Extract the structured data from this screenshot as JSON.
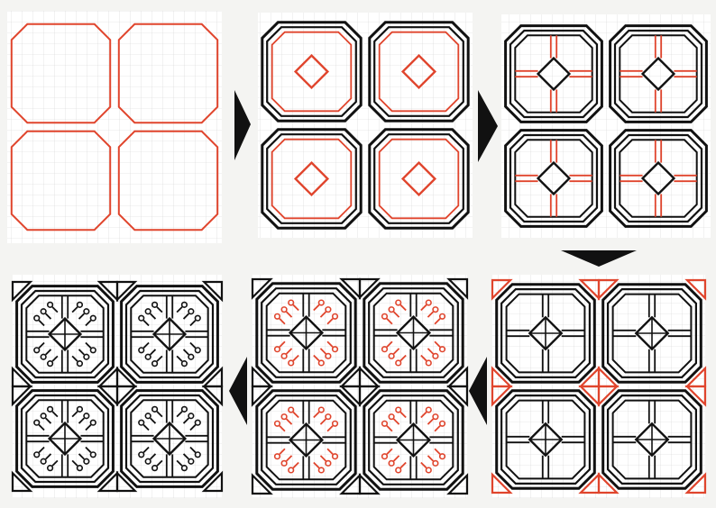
{
  "colors": {
    "background": "#f4f4f2",
    "panel": "#ffffff",
    "grid": "#c9c9c9",
    "red": "#e0452d",
    "black": "#111111"
  },
  "steps": [
    {
      "step": 1,
      "layers": [
        "red-octagons"
      ]
    },
    {
      "step": 2,
      "layers": [
        "black-octagon-double",
        "red-inner-ring",
        "red-diamond"
      ]
    },
    {
      "step": 3,
      "layers": [
        "black-octagon-double",
        "black-inner-ring",
        "black-diamond",
        "red-cross"
      ]
    },
    {
      "step": 4,
      "layers": [
        "black-octagon-double",
        "black-inner-ring",
        "black-diamond-x",
        "black-cross-double",
        "red-corner-triangles"
      ]
    },
    {
      "step": 5,
      "layers": [
        "black-octagon-double",
        "black-inner-ring",
        "black-diamond-x",
        "black-cross-double",
        "black-corner-triangles",
        "red-spirals"
      ]
    },
    {
      "step": 6,
      "layers": [
        "black-octagon-double",
        "black-inner-ring",
        "black-diamond-x",
        "black-cross-double",
        "black-corner-triangles",
        "black-spirals"
      ]
    }
  ],
  "flow_arrows": [
    {
      "from": 1,
      "to": 2,
      "direction": "right"
    },
    {
      "from": 2,
      "to": 3,
      "direction": "right"
    },
    {
      "from": 3,
      "to": 4,
      "direction": "down"
    },
    {
      "from": 4,
      "to": 5,
      "direction": "left"
    },
    {
      "from": 5,
      "to": 6,
      "direction": "left"
    }
  ]
}
